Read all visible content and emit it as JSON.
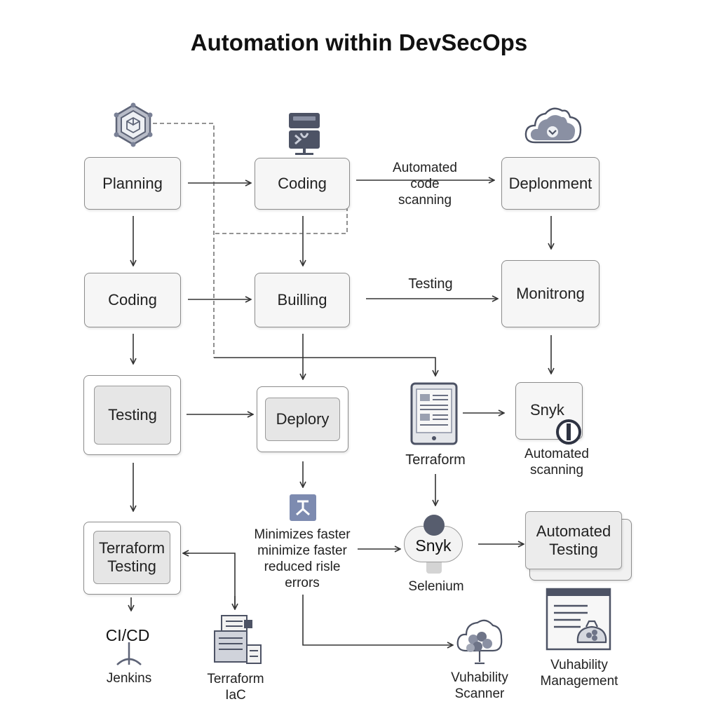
{
  "title": "Automation within DevSecOps",
  "nodes": {
    "planning": "Planning",
    "coding_top": "Coding",
    "deployment": "Deplonment",
    "coding_left": "Coding",
    "building": "Builling",
    "monitoring": "Monitrong",
    "testing": "Testing",
    "deploy": "Deplory",
    "snyk_box": "Snyk",
    "terraform_testing_line1": "Terraform",
    "terraform_testing_line2": "Testing",
    "automated_testing_line1": "Automated",
    "automated_testing_line2": "Testing",
    "snyk_bubble": "Snyk"
  },
  "labels": {
    "automated_code_scanning": [
      "Automated",
      "code",
      "scanning"
    ],
    "testing_edge": "Testing",
    "terraform": "Terraform",
    "automated_scanning": [
      "Automated",
      "scanning"
    ],
    "minimizes": [
      "Minimizes faster",
      "minimize faster",
      "reduced risle",
      "errors"
    ],
    "selenium": "Selenium",
    "cicd": "CI/CD",
    "jenkins": "Jenkins",
    "terraform_iac": [
      "Terraform",
      "IaC"
    ],
    "vulnerability_scanner": [
      "Vuhability",
      "Scanner"
    ],
    "vulnerability_management": [
      "Vuhability",
      "Management"
    ]
  },
  "icons": {
    "top_left": "network-cube-icon",
    "top_center": "server-terminal-icon",
    "top_right": "cloud-download-icon",
    "tablet": "tablet-document-icon",
    "snyk_shield": "shield-badge-icon",
    "deploy_marker": "deploy-marker-icon",
    "snyk_person": "person-icon",
    "cicd_fork": "pipeline-fork-icon",
    "iac_docs": "stacked-documents-icon",
    "scanner_cloud": "cloud-scanner-icon",
    "vuln_mgmt": "report-window-icon"
  },
  "colors": {
    "box_fill": "#f6f6f6",
    "inner_fill": "#e6e6e6",
    "border": "#8c8c8c",
    "arrow": "#333333",
    "icon_blue": "#7a8196",
    "icon_dark": "#4a5063"
  }
}
